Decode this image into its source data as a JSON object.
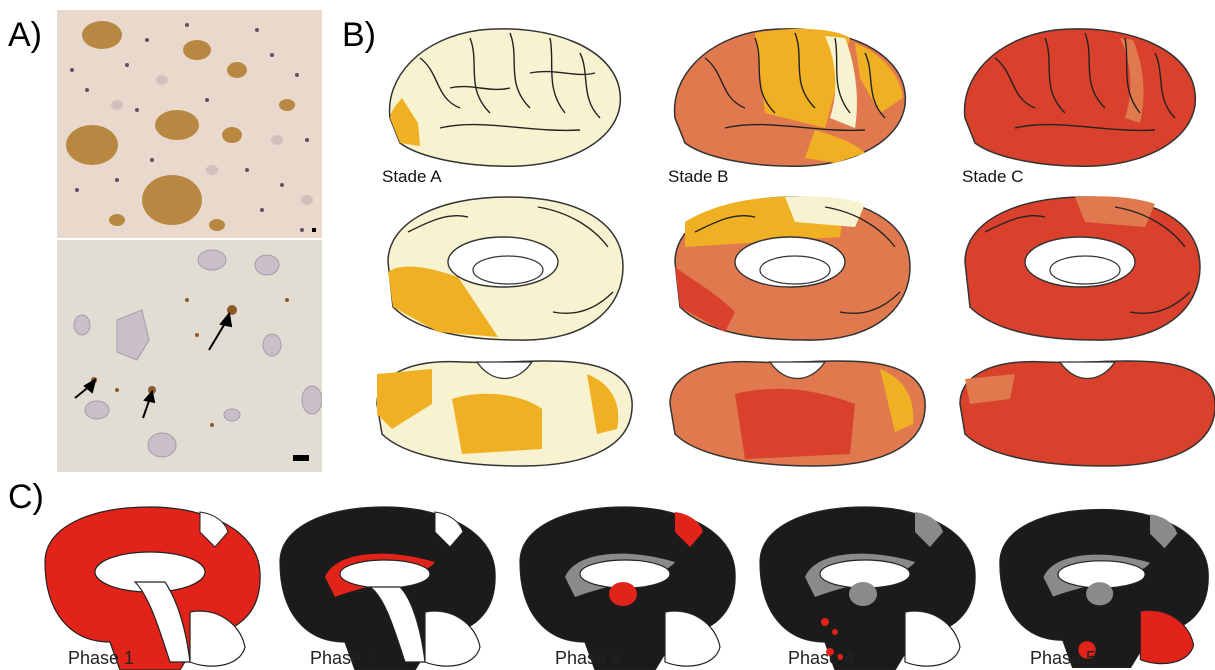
{
  "panels": {
    "a": "A)",
    "b": "B)",
    "c": "C)"
  },
  "stages": [
    "Stade A",
    "Stade B",
    "Stade C"
  ],
  "phases": [
    "Phase 1",
    "Phase 2",
    "Phase 3",
    "Phase 4",
    "Phase 5"
  ],
  "colors": {
    "healthy": "#f7f3d1",
    "mild": "#f0b023",
    "moderate": "#e07a4e",
    "severe": "#d9412c",
    "phase_red": "#e2231a",
    "phase_black": "#1b1b1b",
    "phase_gray": "#8a8a8a"
  }
}
